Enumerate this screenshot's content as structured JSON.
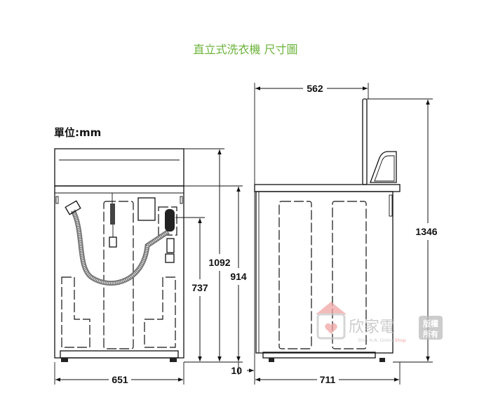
{
  "title": "直立式洗衣機 尺寸圖",
  "unit_label": "單位:mm",
  "dimensions": {
    "back_width": "651",
    "side_depth": "711",
    "top_depth": "562",
    "total_height": "1346",
    "cabinet_height": "1092",
    "body_height": "914",
    "drain_height": "737",
    "wall_gap": "10"
  },
  "watermark": {
    "brand": "欣家電",
    "sub_prefix": "Shin H.A. Online",
    "sub_suffix": "Shop",
    "badge_line1": "版權",
    "badge_line2": "所有"
  }
}
